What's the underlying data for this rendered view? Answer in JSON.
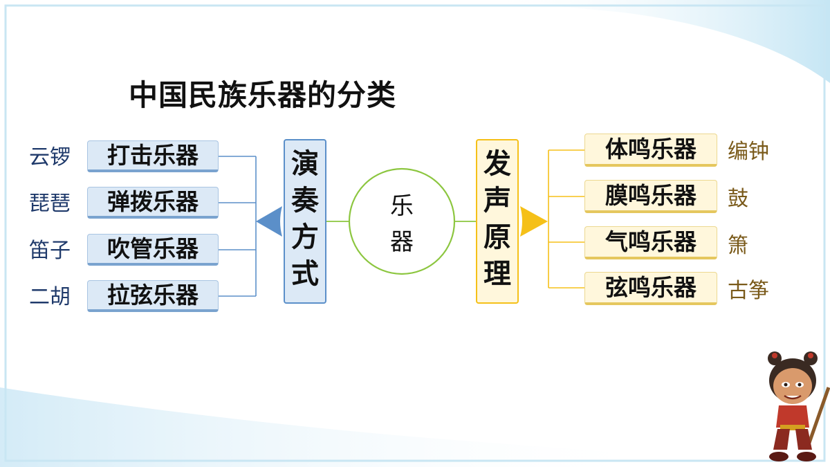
{
  "title": "中国民族乐器的分类",
  "center": {
    "label": "乐器"
  },
  "left_branch": {
    "label": "演奏方式",
    "items": [
      {
        "category": "打击乐器",
        "example": "云锣"
      },
      {
        "category": "弹拨乐器",
        "example": "琵琶"
      },
      {
        "category": "吹管乐器",
        "example": "笛子"
      },
      {
        "category": "拉弦乐器",
        "example": "二胡"
      }
    ]
  },
  "right_branch": {
    "label": "发声原理",
    "items": [
      {
        "category": "体鸣乐器",
        "example": "编钟"
      },
      {
        "category": "膜鸣乐器",
        "example": "鼓"
      },
      {
        "category": "气鸣乐器",
        "example": "箫"
      },
      {
        "category": "弦鸣乐器",
        "example": "古筝"
      }
    ]
  },
  "colors": {
    "left_accent": "#5b8fc9",
    "right_accent": "#f5c018",
    "center_circle": "#8cc63f",
    "left_example_text": "#1f3a6b",
    "right_example_text": "#7a5a1a"
  }
}
